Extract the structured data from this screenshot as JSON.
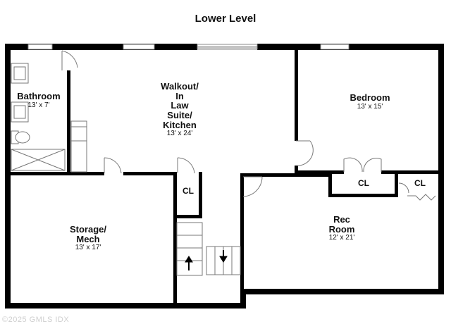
{
  "title": "Lower Level",
  "rooms": {
    "bathroom": {
      "name": "Bathroom",
      "dims": "13' x 7'"
    },
    "walkout": {
      "name_lines": [
        "Walkout/",
        "In",
        "Law",
        "Suite/",
        "Kitchen"
      ],
      "dims": "13' x 24'"
    },
    "bedroom": {
      "name": "Bedroom",
      "dims": "13' x 15'"
    },
    "storage": {
      "name_lines": [
        "Storage/",
        "Mech"
      ],
      "dims": "13' x 17'"
    },
    "rec": {
      "name_lines": [
        "Rec",
        "Room"
      ],
      "dims": "12' x 21'"
    }
  },
  "closets": {
    "hall": "CL",
    "bedroom": "CL",
    "rec": "CL"
  },
  "watermark": "©2025 GMLS IDX"
}
